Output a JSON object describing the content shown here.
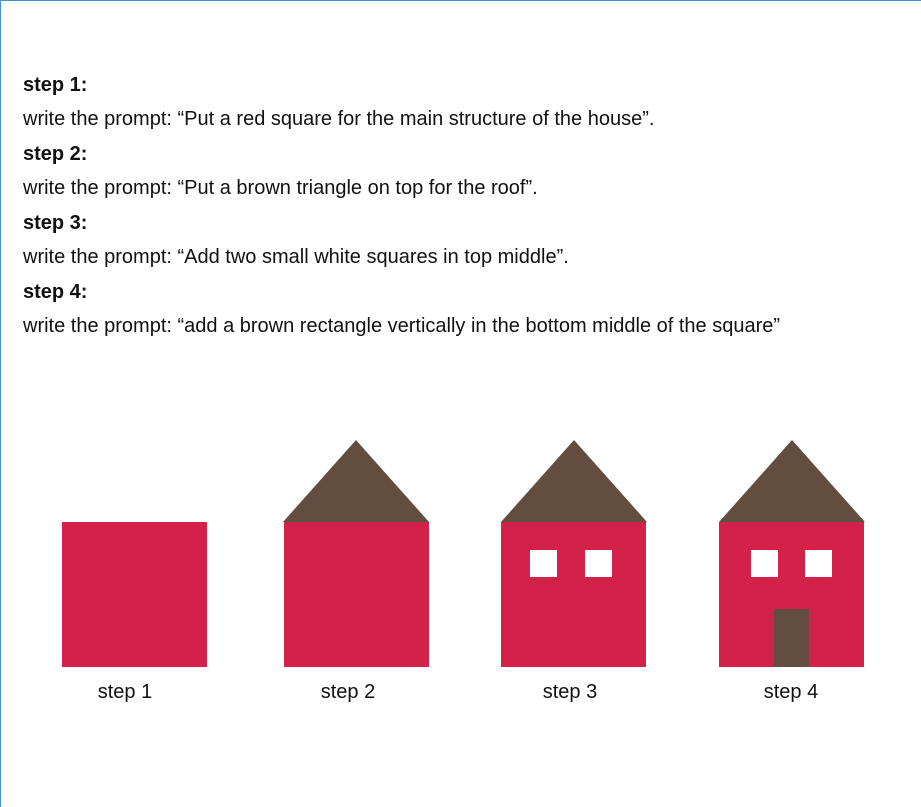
{
  "colors": {
    "wall": "#D2224A",
    "roof": "#624D3F",
    "window": "#FFFFFF",
    "door": "#624D3F"
  },
  "steps": [
    {
      "title": "step 1:",
      "text": "write the prompt: “Put a red square for the main structure of the house”."
    },
    {
      "title": "step 2:",
      "text": "write the prompt: “Put a brown triangle on top for the roof”."
    },
    {
      "title": "step 3:",
      "text": "write the prompt: “Add two small white squares in top middle”."
    },
    {
      "title": "step 4:",
      "text": "write the prompt: “add a brown rectangle vertically in the bottom middle of the square”"
    }
  ],
  "houses": [
    {
      "label": "step 1",
      "roof": false,
      "windows": false,
      "door": false
    },
    {
      "label": "step 2",
      "roof": true,
      "windows": false,
      "door": false
    },
    {
      "label": "step 3",
      "roof": true,
      "windows": true,
      "door": false
    },
    {
      "label": "step 4",
      "roof": true,
      "windows": true,
      "door": true
    }
  ]
}
